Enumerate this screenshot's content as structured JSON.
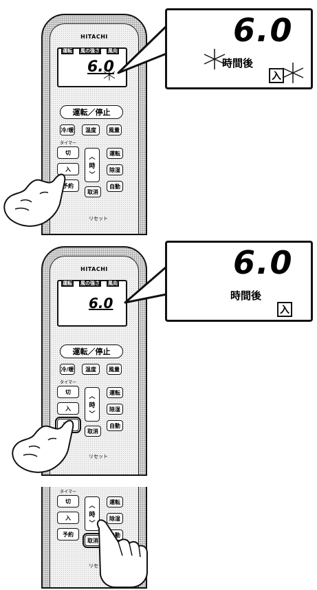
{
  "remote": {
    "brand": "HITACHI",
    "lcd_tabs": [
      "運転",
      "風の強さ",
      "風向"
    ],
    "lcd_value": "6.0",
    "run_stop_button": "運転／停止",
    "mode_buttons": [
      "冷/暖",
      "温度",
      "風量"
    ],
    "timer_section_label": "タイマー",
    "timer_buttons": [
      "切",
      "入",
      "予約"
    ],
    "middle_label": "時",
    "right_buttons": [
      "運転",
      "除湿",
      "自動"
    ],
    "middle_button": "取消",
    "reset_label": "リセット"
  },
  "callout": {
    "value": "6.0",
    "unit_text": "時間後",
    "state_char": "入"
  }
}
